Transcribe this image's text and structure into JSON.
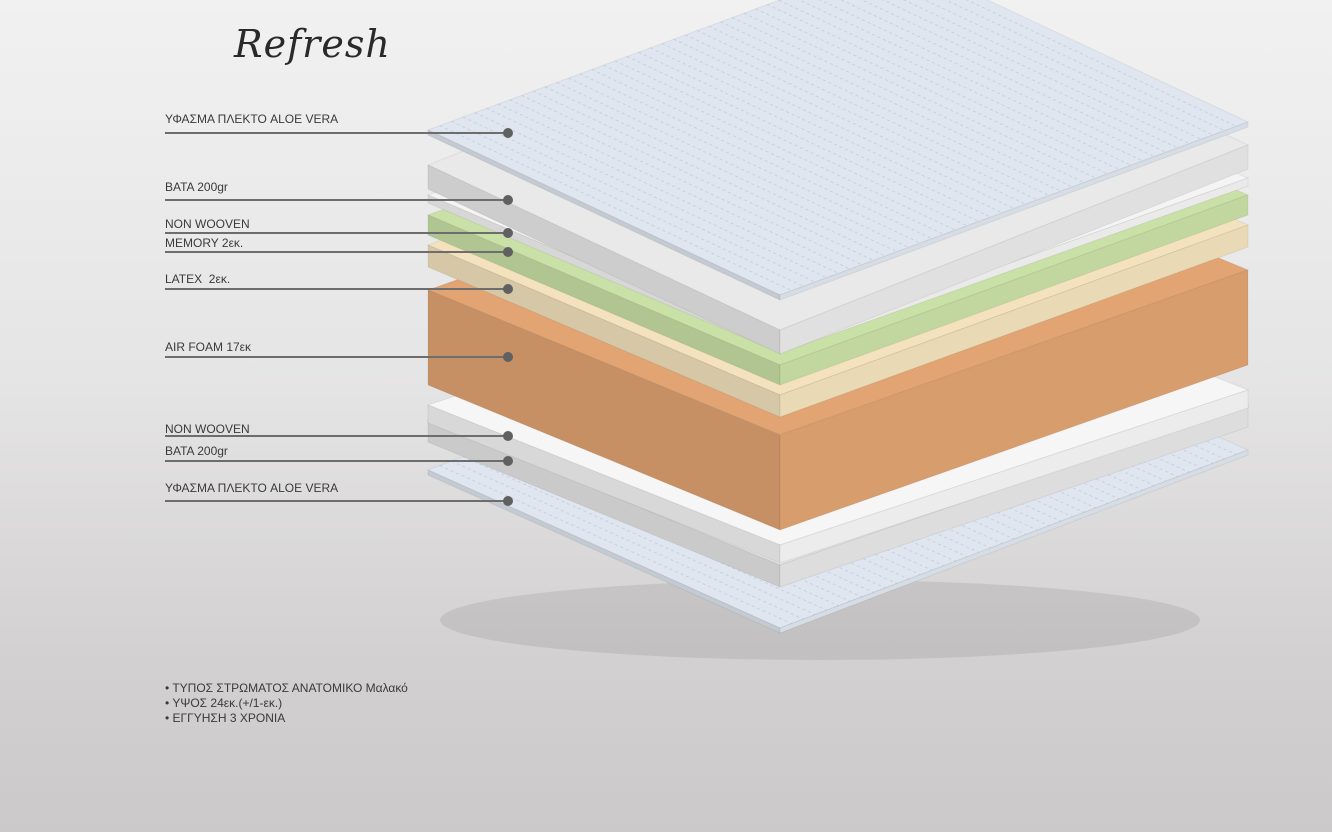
{
  "title": "Refresh",
  "layers": [
    {
      "label": "ΥΦΑΣΜΑ ΠΛΕΚΤΟ ALOE VERA",
      "color": "#dfe6ef"
    },
    {
      "label": "BATA 200gr",
      "color": "#e9e9e9"
    },
    {
      "label": "NON WOOVEN",
      "color": "#f4f4f4"
    },
    {
      "label": "MEMORY 2εκ.",
      "color": "#c9e0a6"
    },
    {
      "label": "LATEX  2εκ.",
      "color": "#f3e2bd"
    },
    {
      "label": "AIR FOAM 17εκ",
      "color": "#e1a472"
    },
    {
      "label": "NON WOOVEN",
      "color": "#f6f6f6"
    },
    {
      "label": "BATA 200gr",
      "color": "#e6e6e6"
    },
    {
      "label": "ΥΦΑΣΜΑ ΠΛΕΚΤΟ ALOE VERA",
      "color": "#dfe6ef"
    }
  ],
  "features": [
    "• ΤΥΠΟΣ ΣΤΡΩΜΑΤΟΣ ΑΝΑΤΟΜΙΚΟ Μαλακό",
    "• ΥΨΟΣ 24εκ.(+/1-εκ.)",
    "• ΕΓΓΥΗΣΗ 3 ΧΡΟΝΙΑ"
  ]
}
